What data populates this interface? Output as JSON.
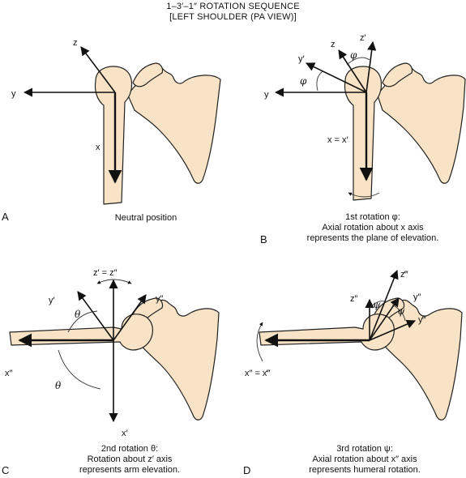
{
  "title": {
    "line1": "1–3′–1″ ROTATION SEQUENCE",
    "line2": "[LEFT SHOULDER (PA VIEW)]"
  },
  "panels": {
    "a": {
      "letter": "A",
      "caption": "Neutral position",
      "labels": {
        "z": "z",
        "y": "y",
        "x": "x"
      }
    },
    "b": {
      "letter": "B",
      "caption_line1": "1st rotation φ:",
      "caption_line2": "Axial rotation about x axis",
      "caption_line3": "represents the plane of elevation.",
      "labels": {
        "z": "z",
        "zp": "z′",
        "yp": "y′",
        "y": "y",
        "xx": "x = x′",
        "phi1": "φ",
        "phi2": "φ"
      }
    },
    "c": {
      "letter": "C",
      "caption_line1": "2nd rotation θ:",
      "caption_line2": "Rotation about z′ axis",
      "caption_line3": "represents arm elevation.",
      "labels": {
        "zz": "z′ = z″",
        "yp": "y′",
        "ypp": "y″",
        "xpp": "x″",
        "xp": "x′",
        "theta1": "θ",
        "theta2": "θ"
      }
    },
    "d": {
      "letter": "D",
      "caption_line1": "3rd rotation ψ:",
      "caption_line2": "Axial rotation about x″ axis",
      "caption_line3": "represents humeral rotation.",
      "labels": {
        "zppp": "z‴",
        "zpp": "z″",
        "ypp": "y″",
        "yppp": "y‴",
        "xx": "x″ = x‴",
        "psi1": "ψ",
        "psi2": "ψ"
      }
    }
  }
}
